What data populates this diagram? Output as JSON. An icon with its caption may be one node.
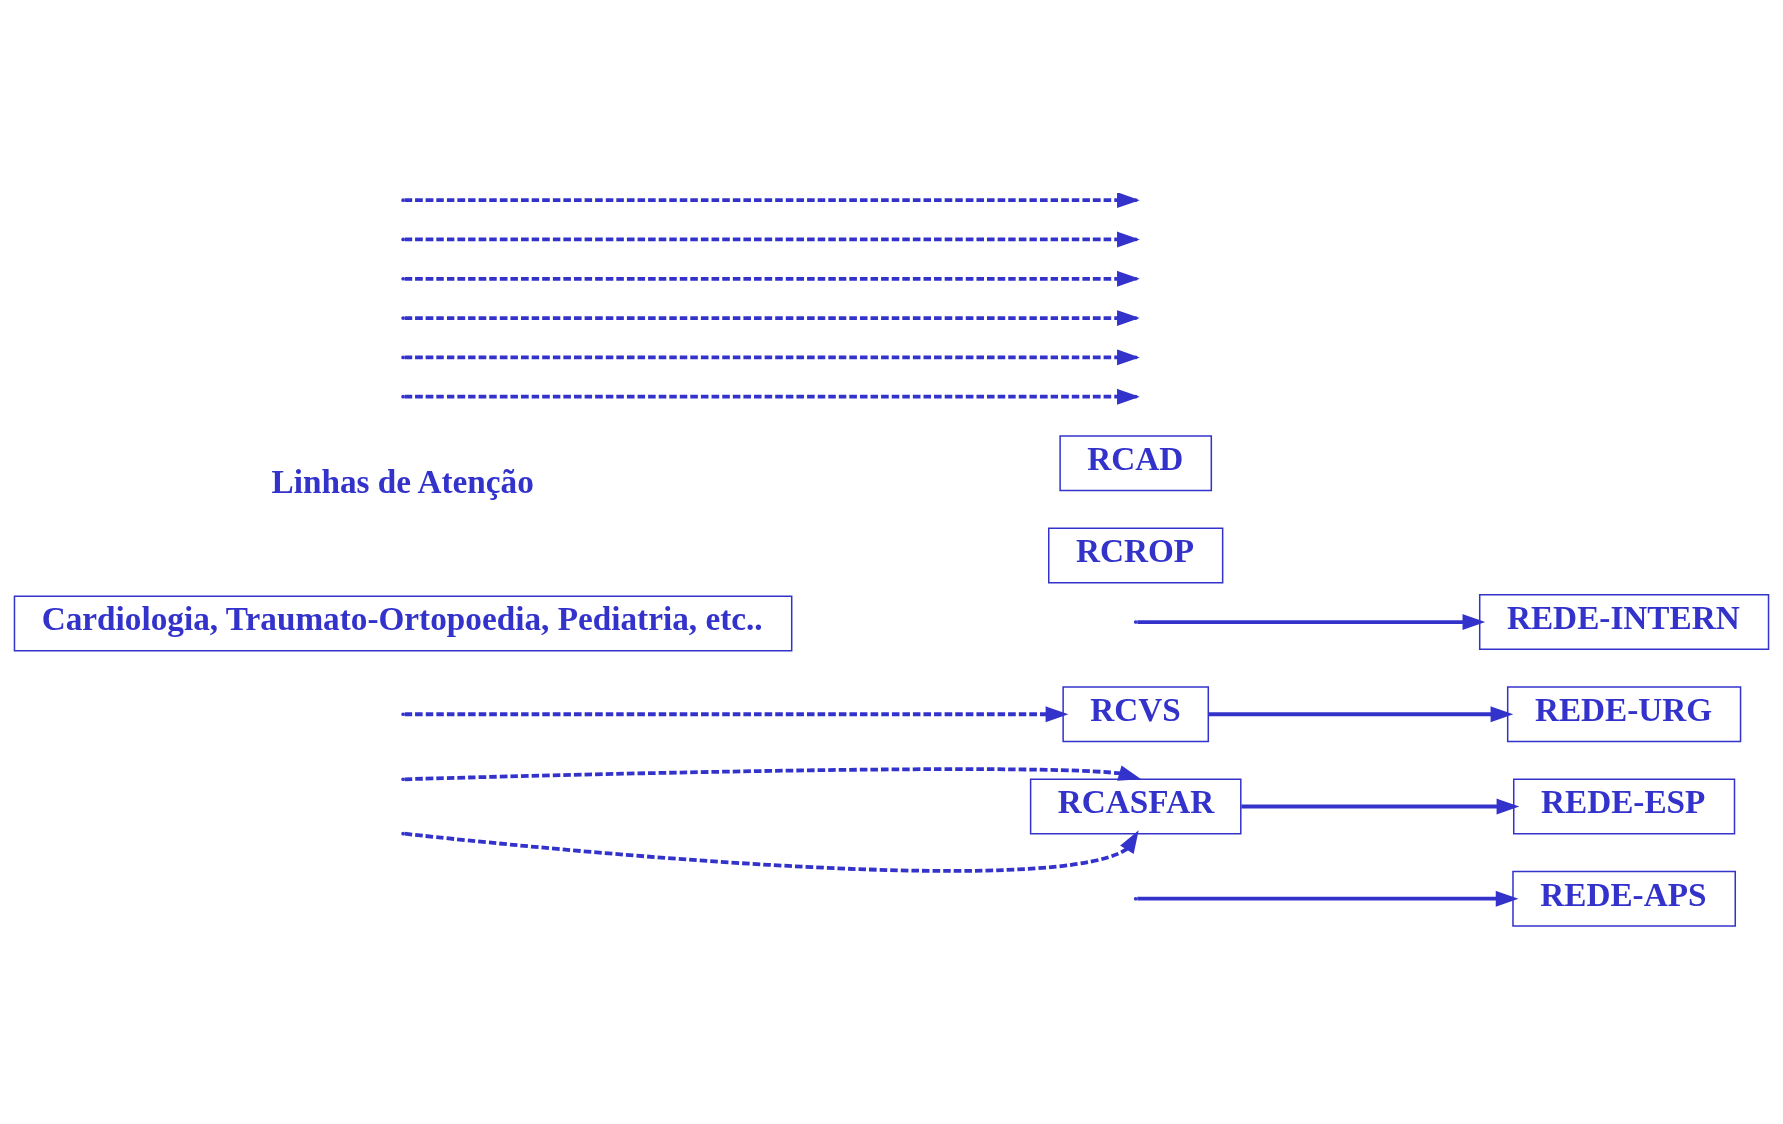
{
  "diagram": {
    "nodes": [
      {
        "text": [
          "REDE-APS"
        ]
      },
      {
        "text": [
          "REDE-ESP"
        ]
      },
      {
        "text": [
          "REDE-URG"
        ]
      },
      {
        "text": [
          "REDE-INTERN"
        ]
      },
      {
        "text": [
          "RCASFAR"
        ]
      },
      {
        "text": [
          "RCVS"
        ]
      },
      {
        "text": [
          "RCROP"
        ]
      },
      {
        "text": [
          "RCAD"
        ]
      },
      {
        "text": [
          "Cardiologia, Traumato-Ortopoedia, Pediatria, etc.."
        ]
      }
    ],
    "edges": [
      {
        "from": null,
        "to": 0,
        "arrow": "to"
      },
      {
        "from": null,
        "to": 4,
        "arrow": "to",
        "style": "dashed"
      },
      {
        "from": 4,
        "to": 1,
        "arrow": "to"
      },
      {
        "from": null,
        "to": 4,
        "arrow": "to",
        "style": "dashed"
      },
      {
        "from": 5,
        "to": 2,
        "arrow": "to"
      },
      {
        "from": null,
        "to": 5,
        "arrow": "to",
        "style": "dashed"
      },
      {
        "from": null,
        "to": 3,
        "arrow": "to"
      }
    ],
    "labels": [
      "Linhas de Atenção"
    ]
  }
}
